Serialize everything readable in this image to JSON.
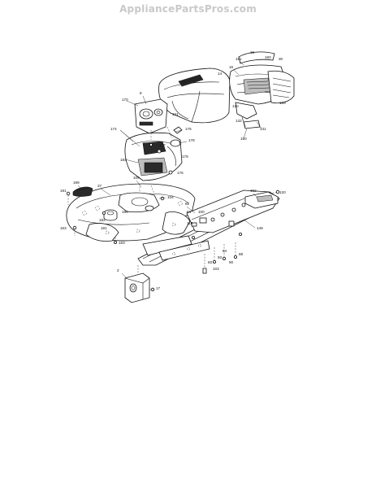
{
  "watermark": {
    "text": "AppliancePartsPros.com"
  },
  "callouts": {
    "hood": "14",
    "c15": "15",
    "c160": "160",
    "c30": "30",
    "c151": "151",
    "c16": "16",
    "c169": "169",
    "c130": "130",
    "c131": "131",
    "c132": "132",
    "c150": "150",
    "c170": "170",
    "c8": "8",
    "c131b": "131",
    "c175": "175",
    "c178": "178",
    "c177": "177",
    "c179": "179",
    "c183": "183",
    "c176": "176",
    "c174": "174",
    "c199": "199",
    "c37": "37",
    "c109": "109",
    "c104": "104",
    "c191": "191",
    "c190": "190",
    "c182": "182",
    "c181": "181",
    "c153": "153",
    "c163": "163",
    "c152": "152",
    "c120": "120",
    "c82": "82",
    "c84": "84",
    "c100": "100",
    "c110": "110",
    "c149": "149",
    "c88": "88",
    "c90": "90",
    "c93": "93",
    "c84b": "84",
    "c83": "83",
    "c103": "103",
    "c2": "2",
    "c17": "17"
  }
}
